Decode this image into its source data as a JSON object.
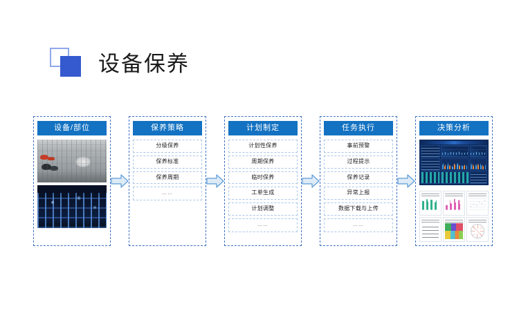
{
  "page": {
    "title": "设备保养",
    "background_color": "#ffffff",
    "accent_color": "#1372C2",
    "logo_outline_color": "#8FA8EC",
    "logo_fill_color": "#3559CE"
  },
  "logo": {
    "outline_square_name": "logo-square-outline",
    "filled_square_name": "logo-square-filled"
  },
  "flow": {
    "arrow_icon_name": "arrow-right-icon",
    "arrow_fill_color": "#DEEBF7",
    "arrow_stroke_color": "#5B9BD5",
    "stages": [
      {
        "id": "equipment-location",
        "header": "设备/部位",
        "content_type": "photos",
        "photos": [
          {
            "name": "photo-plant-workers",
            "caption": "工人在工业装置现场"
          },
          {
            "name": "photo-plant-night",
            "caption": "夜间蓝色照明管线装置"
          }
        ],
        "items": []
      },
      {
        "id": "maintenance-strategy",
        "header": "保养策略",
        "content_type": "items",
        "items": [
          "分级保养",
          "保养标准",
          "保养周期",
          "……"
        ]
      },
      {
        "id": "plan-formulation",
        "header": "计划制定",
        "content_type": "items",
        "items": [
          "计划性保养",
          "周期保养",
          "临时保养",
          "工单生成",
          "计划调整",
          "……"
        ]
      },
      {
        "id": "task-execution",
        "header": "任务执行",
        "content_type": "items",
        "items": [
          "事前预警",
          "过程提示",
          "保养记录",
          "异常上报",
          "数据下载与上传",
          "……"
        ]
      },
      {
        "id": "decision-analysis",
        "header": "决策分析",
        "content_type": "dashboard",
        "dashboard": {
          "name": "bi-dashboard-screenshot",
          "theme": "dark-blue"
        },
        "thumbnails": [
          {
            "name": "thumb-bar-chart-green",
            "type": "bar"
          },
          {
            "name": "thumb-bar-chart-pink",
            "type": "bar"
          },
          {
            "name": "thumb-scatter-chart",
            "type": "scatter"
          },
          {
            "name": "thumb-text-report",
            "type": "table"
          },
          {
            "name": "thumb-treemap-chart",
            "type": "heatmap"
          },
          {
            "name": "thumb-radar-chart",
            "type": "pie"
          }
        ],
        "items": []
      }
    ]
  }
}
